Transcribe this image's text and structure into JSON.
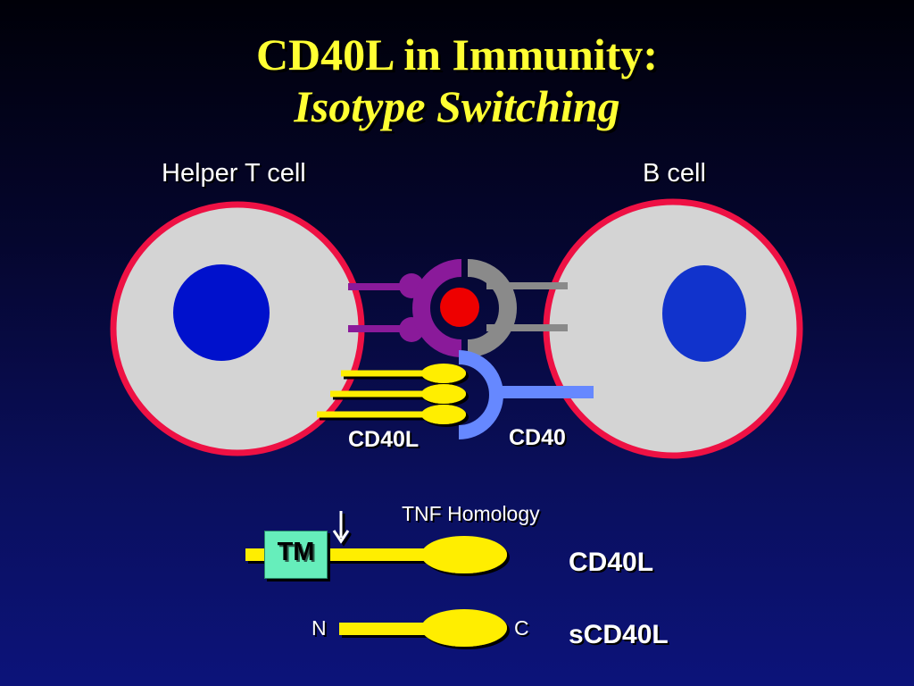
{
  "title": {
    "main": "CD40L in Immunity:",
    "sub": "Isotype Switching"
  },
  "cells": {
    "helper_t": "Helper T cell",
    "b_cell": "B cell"
  },
  "molecules": {
    "cd40l": "CD40L",
    "cd40": "CD40"
  },
  "structure": {
    "tnf_homology": "TNF Homology",
    "tm": "TM",
    "n_term": "N",
    "c_term": "C",
    "row1_name": "CD40L",
    "row2_name": "sCD40L"
  },
  "colors": {
    "cell_fill": "#d4d4d4",
    "cell_border": "#ee1144",
    "nucleus_t": "#0011cc",
    "nucleus_b": "#1133cc",
    "yellow": "#ffee00",
    "purple": "#8a1a9a",
    "gray_receptor": "#8a8a8a",
    "red_ligand": "#ee0000",
    "blue_receptor": "#6688ff",
    "tm_box": "#66eebb"
  }
}
